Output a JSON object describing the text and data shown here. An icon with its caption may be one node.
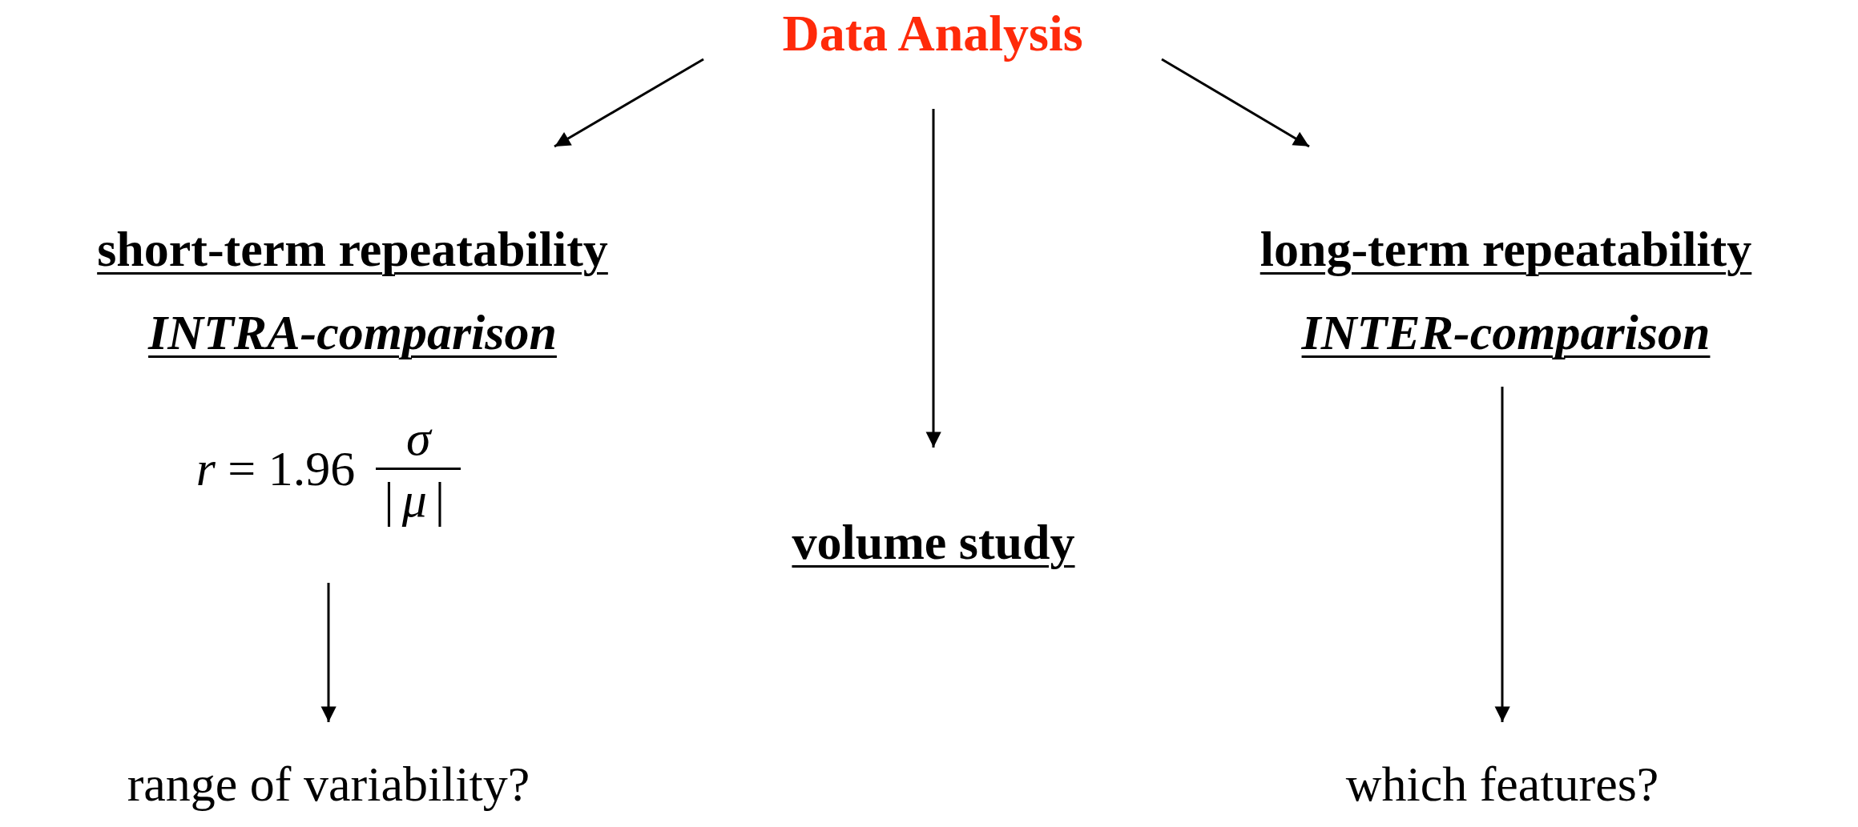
{
  "diagram": {
    "nodes": [
      {
        "text": [
          "Data Analysis"
        ]
      },
      {
        "text": [
          "short-term repeatability",
          "INTRA-comparison"
        ]
      },
      {
        "text": [
          "*r* = 1.96",
          "σ",
          "|*μ*|"
        ]
      },
      {
        "text": [
          "range of variability?"
        ]
      },
      {
        "text": [
          "volume study"
        ]
      },
      {
        "text": [
          "long-term repeatability",
          "INTER-comparison"
        ]
      },
      {
        "text": [
          "which features?"
        ]
      }
    ],
    "edges": [
      {
        "from": 0,
        "to": 1,
        "arrow": "to"
      },
      {
        "from": 0,
        "to": 4,
        "arrow": "to"
      },
      {
        "from": 0,
        "to": 5,
        "arrow": "to"
      },
      {
        "from": 2,
        "to": 3,
        "arrow": "to"
      },
      {
        "from": 5,
        "to": 6,
        "arrow": "to"
      }
    ]
  }
}
